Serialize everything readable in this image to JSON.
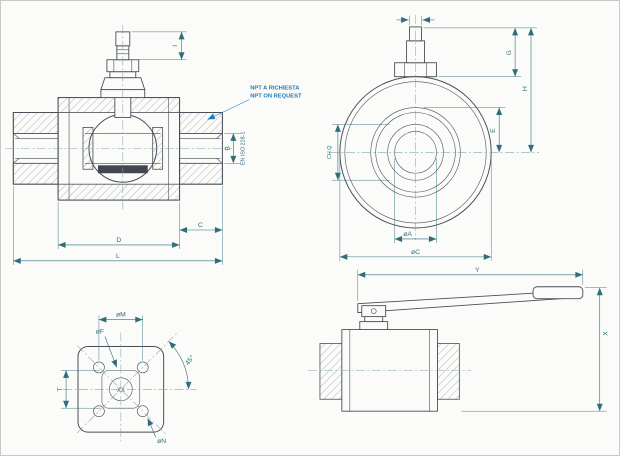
{
  "drawing": {
    "colors": {
      "line": "#4a4e57",
      "dim": "#2f6f7a",
      "note": "#1e7dbd",
      "center": "#84a7ae",
      "hatch": "#7d828c"
    },
    "views": {
      "front": {
        "labels": {
          "i": "I",
          "b": "B",
          "thread": "EN ISO 228-1",
          "c": "C",
          "d": "D",
          "l": "L"
        },
        "note": {
          "line1": "NPT A RICHIESTA",
          "line2": "NPT ON REQUEST"
        }
      },
      "side": {
        "labels": {
          "g": "G",
          "h": "H",
          "e": "E",
          "q": "CH.Q",
          "a": "øA",
          "c": "øC"
        }
      },
      "bottom": {
        "labels": {
          "m": "øM",
          "f": "øF",
          "angle": "45°",
          "t": "T",
          "n": "øN",
          "xx": "XX"
        }
      },
      "handle": {
        "labels": {
          "y": "Y",
          "x": "X"
        }
      }
    }
  }
}
